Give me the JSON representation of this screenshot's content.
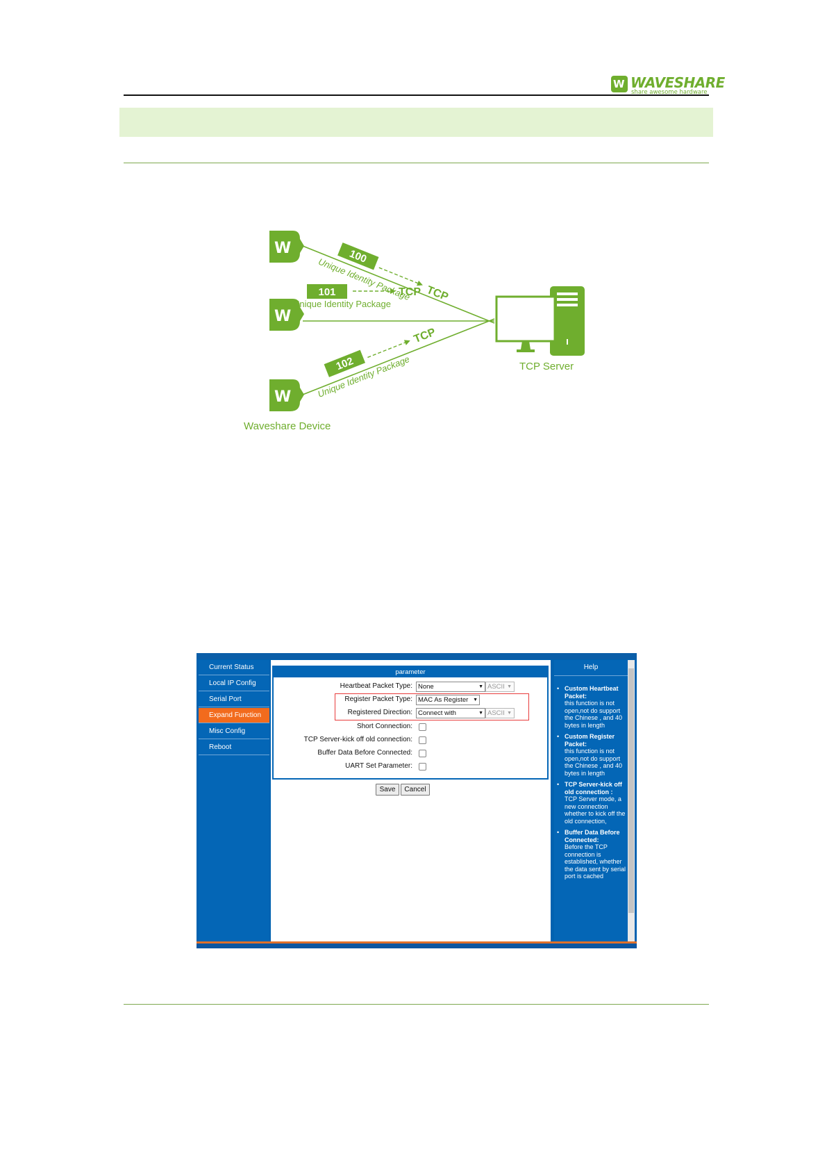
{
  "header": {
    "brand_name": "WAVESHARE",
    "brand_tagline": "share awesome hardware"
  },
  "diagram": {
    "devices": [
      {
        "id": "100",
        "package_label": "Unique Identity Package",
        "protocol": "TCP"
      },
      {
        "id": "101",
        "package_label": "Unique Identity Package",
        "protocol": "TCP"
      },
      {
        "id": "102",
        "package_label": "Unique Identity Package",
        "protocol": "TCP"
      }
    ],
    "device_caption": "Waveshare Device",
    "server_caption": "TCP Server",
    "colors": {
      "accent": "#6fae2e"
    }
  },
  "webui": {
    "nav": {
      "items": [
        "Current Status",
        "Local IP Config",
        "Serial Port",
        "Expand Function",
        "Misc Config",
        "Reboot"
      ],
      "active": "Expand Function"
    },
    "param": {
      "title": "parameter",
      "heartbeat_label": "Heartbeat Packet Type:",
      "heartbeat_value": "None",
      "heartbeat_format": "ASCII",
      "register_label": "Register Packet Type:",
      "register_value": "MAC As Register",
      "direction_label": "Registered Direction:",
      "direction_value": "Connect with",
      "direction_format": "ASCII",
      "short_label": "Short Connection:",
      "kick_label": "TCP Server-kick off old connection:",
      "buffer_label": "Buffer Data Before Connected:",
      "uart_label": "UART Set Parameter:"
    },
    "buttons": {
      "save": "Save",
      "cancel": "Cancel"
    },
    "help": {
      "title": "Help",
      "items": [
        {
          "title": "Custom Heartbeat Packet:",
          "body": "this function is not open,not do support the Chinese , and 40 bytes in length"
        },
        {
          "title": "Custom Register Packet:",
          "body": "this function is not open,not do support the Chinese , and 40 bytes in length"
        },
        {
          "title": "TCP Server-kick off old connection :",
          "body": "TCP Server mode, a new connection whether to kick off the old connection,"
        },
        {
          "title": "Buffer Data Before Connected:",
          "body": "Before the TCP connection is established, whether the data sent by serial port is cached"
        }
      ]
    },
    "colors": {
      "panel_blue": "#0466b6",
      "active_orange": "#f26b1d",
      "highlight_red": "#e83b3b"
    }
  }
}
